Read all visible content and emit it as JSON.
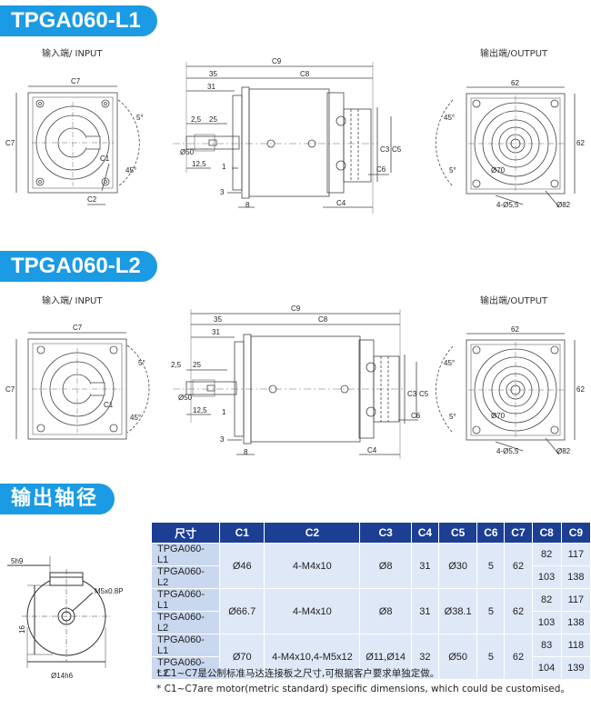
{
  "sections": {
    "l1_title": "TPGA060-L1",
    "l2_title": "TPGA060-L2",
    "shaft_title": "输出轴径"
  },
  "view_labels": {
    "input": "输入端/ INPUT",
    "output": "输出端/OUTPUT"
  },
  "dims": {
    "c1": "C1",
    "c2": "C2",
    "c3": "C3",
    "c4": "C4",
    "c5": "C5",
    "c6": "C6",
    "c7": "C7",
    "c8": "C8",
    "c9": "C9",
    "d35": "35",
    "d31": "31",
    "d25": "25",
    "d2_5": "2,5",
    "d12_5": "12,5",
    "d1": "1",
    "d3": "3",
    "d8": "8",
    "d62": "62",
    "phi50": "Ø50",
    "phi70": "Ø70",
    "phi82": "Ø82",
    "holes": "4-Ø5,5",
    "a45": "45°",
    "a5": "5°",
    "shaft_w": "5h9",
    "shaft_thread": "M5x0.8P",
    "shaft_h": "16",
    "shaft_d": "Ø14h6"
  },
  "table": {
    "headers": [
      "尺寸",
      "C1",
      "C2",
      "C3",
      "C4",
      "C5",
      "C6",
      "C7",
      "C8",
      "C9"
    ],
    "groups": [
      {
        "models": [
          "TPGA060-L1",
          "TPGA060-L2"
        ],
        "c1": "Ø46",
        "c2": "4-M4x10",
        "c3": "Ø8",
        "c4": "31",
        "c5": "Ø30",
        "c6": "5",
        "c7": "62",
        "c8": [
          "82",
          "103"
        ],
        "c9": [
          "117",
          "138"
        ]
      },
      {
        "models": [
          "TPGA060-L1",
          "TPGA060-L2"
        ],
        "c1": "Ø66.7",
        "c2": "4-M4x10",
        "c3": "Ø8",
        "c4": "31",
        "c5": "Ø38.1",
        "c6": "5",
        "c7": "62",
        "c8": [
          "82",
          "103"
        ],
        "c9": [
          "117",
          "138"
        ]
      },
      {
        "models": [
          "TPGA060-L1",
          "TPGA060-L2"
        ],
        "c1": "Ø70",
        "c2": "4-M4x10,4-M5x12",
        "c3": "Ø11,Ø14",
        "c4": "32",
        "c5": "Ø50",
        "c6": "5",
        "c7": "62",
        "c8": [
          "83",
          "104"
        ],
        "c9": [
          "118",
          "139"
        ]
      }
    ]
  },
  "notes": {
    "cn": "* C1~C7是公制标准马达连接板之尺寸,可根据客户要求单独定做。",
    "en": "* C1~C7are motor(metric standard)  specific dimensions, which could be customised。"
  }
}
